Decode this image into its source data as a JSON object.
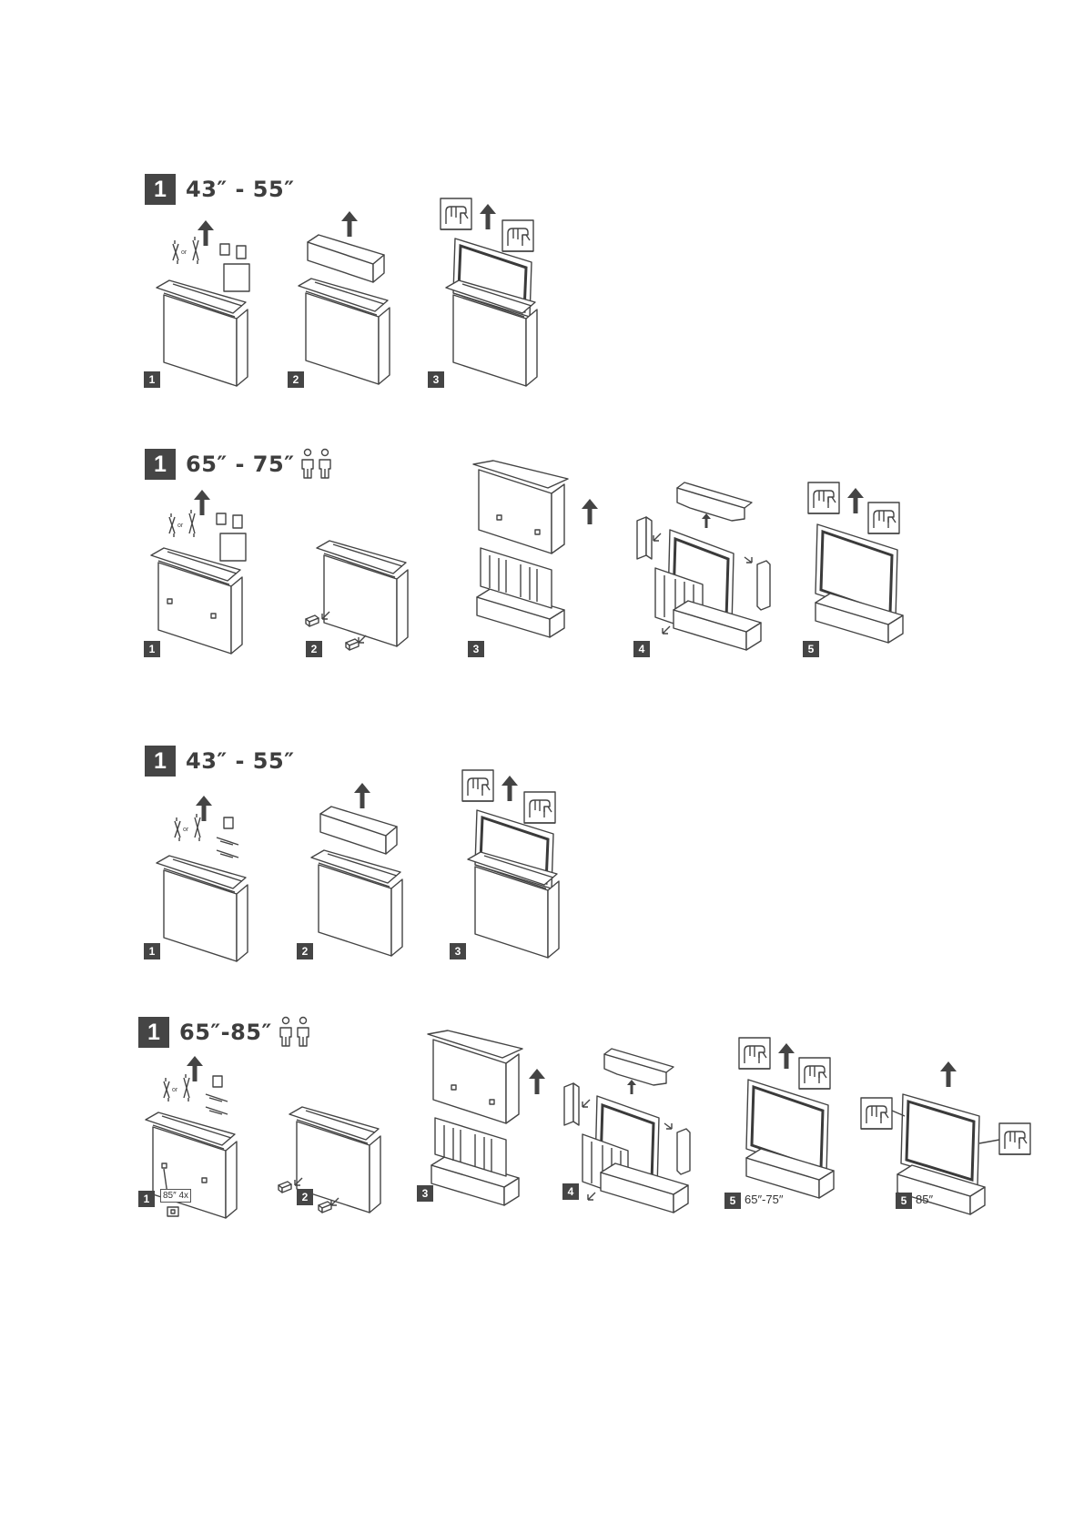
{
  "sections": [
    {
      "id": "s1",
      "header": {
        "number": "1",
        "title": "43″ - 55″",
        "persons": false
      },
      "steps": [
        {
          "badge": "1"
        },
        {
          "badge": "2"
        },
        {
          "badge": "3"
        }
      ]
    },
    {
      "id": "s2",
      "header": {
        "number": "1",
        "title": "65″ - 75″",
        "persons": true
      },
      "steps": [
        {
          "badge": "1"
        },
        {
          "badge": "2"
        },
        {
          "badge": "3"
        },
        {
          "badge": "4"
        },
        {
          "badge": "5"
        }
      ]
    },
    {
      "id": "s3",
      "header": {
        "number": "1",
        "title": "43″ - 55″",
        "persons": false
      },
      "steps": [
        {
          "badge": "1"
        },
        {
          "badge": "2"
        },
        {
          "badge": "3"
        }
      ]
    },
    {
      "id": "s4",
      "header": {
        "number": "1",
        "title": "65″-85″",
        "persons": true
      },
      "steps": [
        {
          "badge": "1",
          "note": "85″ 4x"
        },
        {
          "badge": "2"
        },
        {
          "badge": "3"
        },
        {
          "badge": "4"
        },
        {
          "badge": "5",
          "sublabel": "65″-75″"
        },
        {
          "badge": "5",
          "sublabel": "85″"
        }
      ],
      "accessory_text": "or"
    }
  ],
  "icons": {
    "arrow": "arrow-up-icon",
    "hands": "lifting-hand-icon",
    "persons": "two-persons-icon",
    "box": "tv-box-icon"
  },
  "colors": {
    "ink": "#444444",
    "badge": "#454545",
    "background": "#ffffff"
  }
}
